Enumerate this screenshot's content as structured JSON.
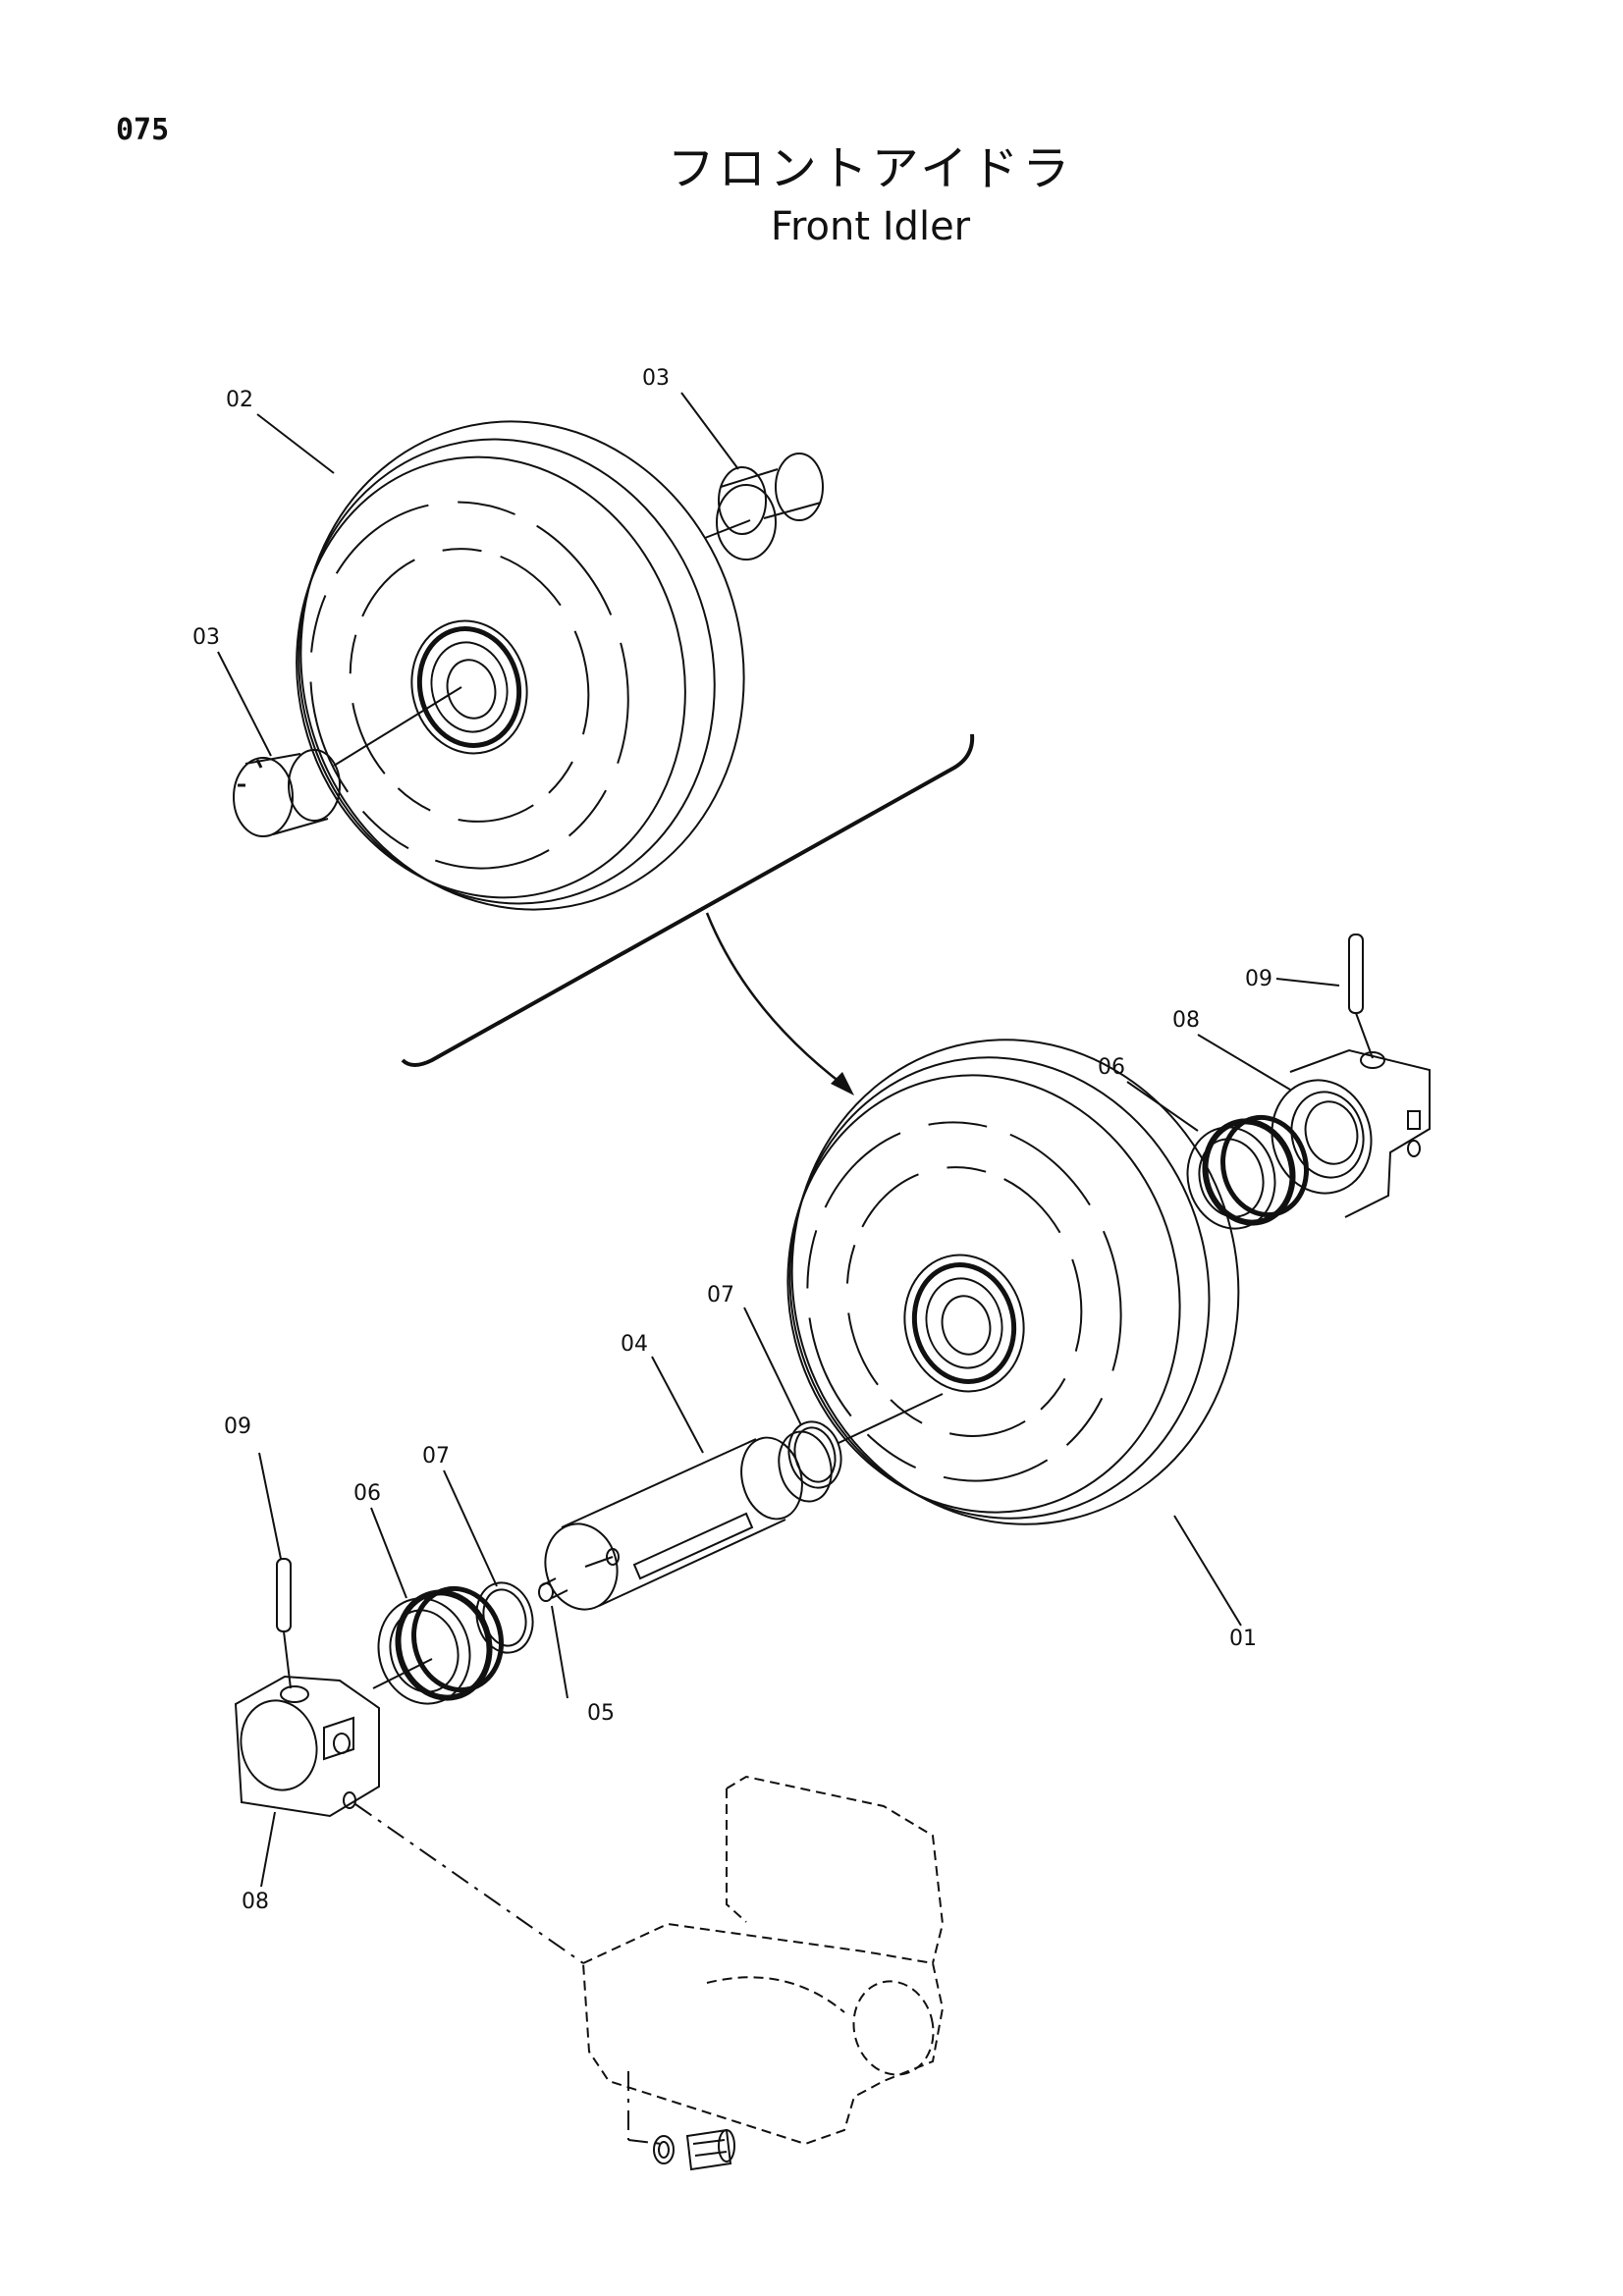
{
  "page_number": "075",
  "title_jp": "フロントアイドラ",
  "title_en": "Front Idler",
  "part_labels": {
    "p01": "01",
    "p02": "02",
    "p03a": "03",
    "p03b": "03",
    "p04": "04",
    "p05": "05",
    "p06a": "06",
    "p06b": "06",
    "p07a": "07",
    "p07b": "07",
    "p08a": "08",
    "p08b": "08",
    "p09a": "09",
    "p09b": "09"
  }
}
